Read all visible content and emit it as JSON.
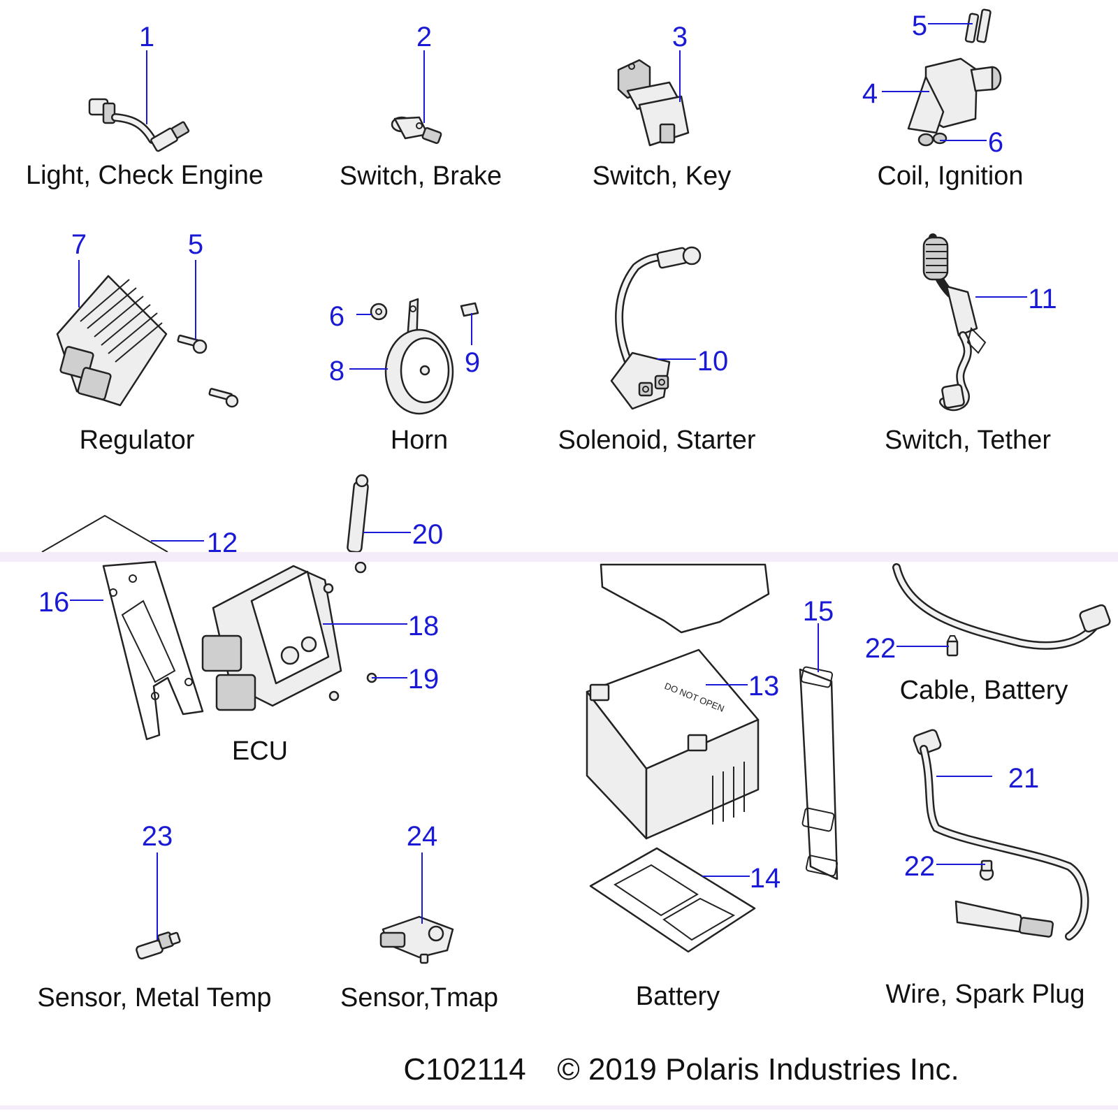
{
  "callouts": {
    "c1": "1",
    "c2": "2",
    "c3": "3",
    "c4": "4",
    "c5a": "5",
    "c6a": "6",
    "c7": "7",
    "c5b": "5",
    "c6b": "6",
    "c8": "8",
    "c9": "9",
    "c10": "10",
    "c11": "11",
    "c12": "12",
    "c20": "20",
    "c16": "16",
    "c18": "18",
    "c19": "19",
    "c15": "15",
    "c13": "13",
    "c22a": "22",
    "c14": "14",
    "c21": "21",
    "c22b": "22",
    "c23": "23",
    "c24": "24"
  },
  "captions": {
    "light_check_engine": "Light, Check Engine",
    "switch_brake": "Switch, Brake",
    "switch_key": "Switch, Key",
    "coil_ignition": "Coil, Ignition",
    "regulator": "Regulator",
    "horn": "Horn",
    "solenoid_starter": "Solenoid, Starter",
    "switch_tether": "Switch, Tether",
    "ecu": "ECU",
    "cable_battery": "Cable, Battery",
    "sensor_metal_temp": "Sensor, Metal Temp",
    "sensor_tmap": "Sensor,Tmap",
    "battery": "Battery",
    "wire_spark_plug": "Wire, Spark Plug"
  },
  "battery_label": "DO NOT OPEN",
  "footer": {
    "drawing_number": "C102114",
    "copyright": "© 2019 Polaris Industries Inc."
  },
  "colors": {
    "callout": "#1a1ad6",
    "text": "#111111",
    "line_art": "#222222",
    "scan_band": "#f3eaf7"
  }
}
